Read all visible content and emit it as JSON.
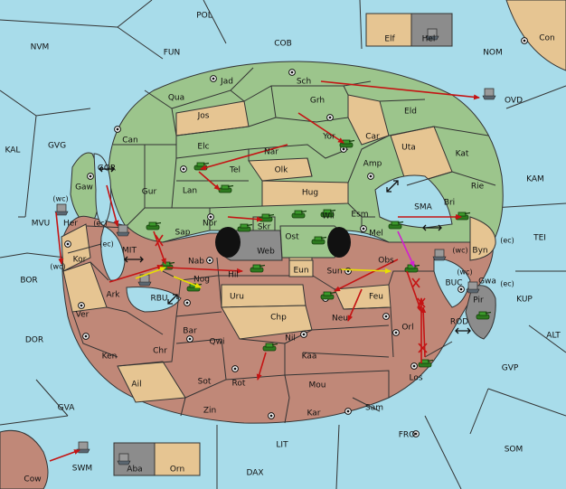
{
  "colors": {
    "water": "#a8dcea",
    "green_power": "#9cc58c",
    "red_power": "#c08878",
    "neutral": "#e6c592",
    "grey_power": "#8c8c8c",
    "order_move": "#c41414",
    "order_support": "#e8e000",
    "order_convoy": "#d020d0",
    "army_unit": "#3c9a2c"
  },
  "sea_regions": {
    "POL": "POL",
    "NVM": "NVM",
    "FUN": "FUN",
    "COB": "COB",
    "NOM": "NOM",
    "Con": "Con",
    "KAL": "KAL",
    "GVG": "GVG",
    "OVD": "OVD",
    "KAM": "KAM",
    "TEI": "TEI",
    "MVU": "MVU",
    "BOR": "BOR",
    "KUP": "KUP",
    "ALT": "ALT",
    "DOR": "DOR",
    "GVP": "GVP",
    "GVA": "GVA",
    "FRO": "FRO",
    "SOM": "SOM",
    "LIT": "LIT",
    "DAX": "DAX",
    "SWM": "SWM",
    "Cow": "Cow",
    "GOR": "GOR",
    "MIT": "MIT",
    "RBU": "RBU",
    "SMA": "SMA",
    "BUC": "BUC",
    "ROD": "ROD"
  },
  "land_regions": {
    "Elf": "Elf",
    "Hel": "Hel",
    "Jad": "Jad",
    "Sch": "Sch",
    "Qua": "Qua",
    "Grh": "Grh",
    "Jos": "Jos",
    "Eld": "Eld",
    "Can": "Can",
    "Yor": "Yor",
    "Car": "Car",
    "Uta": "Uta",
    "Elc": "Elc",
    "Nar": "Nar",
    "Amp": "Amp",
    "Kat": "Kat",
    "Tel": "Tel",
    "Olk": "Olk",
    "Gaw": "Gaw",
    "Lan": "Lan",
    "Hug": "Hug",
    "Rie": "Rie",
    "Gur": "Gur",
    "Bri": "Bri",
    "Nor": "Nor",
    "Skr": "Skr",
    "Wil": "Wil",
    "Esm": "Esm",
    "Her": "Her",
    "Sap": "Sap",
    "Ost": "Ost",
    "Web": "Web",
    "Mel": "Mel",
    "Byn": "Byn",
    "Kor": "Kor",
    "Nab": "Nab",
    "Eun": "Eun",
    "Sun": "Sun",
    "Obs": "Obs",
    "Gwa": "Gwa",
    "Hil": "Hil",
    "Nog": "Nog",
    "Ark": "Ark",
    "Uru": "Uru",
    "Feu": "Feu",
    "Pir": "Pir",
    "Ver": "Ver",
    "Chp": "Chp",
    "Neu": "Neu",
    "Orl": "Orl",
    "Bar": "Bar",
    "Qwi": "Qwi",
    "Nil": "Nil",
    "Ken": "Ken",
    "Chr": "Chr",
    "Kaa": "Kaa",
    "Ail": "Ail",
    "Sot": "Sot",
    "Rot": "Rot",
    "Mou": "Mou",
    "Los": "Los",
    "Zin": "Zin",
    "Kar": "Kar",
    "Sam": "Sam",
    "Aba": "Aba",
    "Orn": "Orn"
  },
  "coast_tags": {
    "wc": "(wc)",
    "ec": "(ec)"
  },
  "icons": {
    "army": "tank-icon",
    "fleet": "ship-icon",
    "supply_center": "supply-center-icon",
    "convoy_route": "double-arrow-icon"
  }
}
